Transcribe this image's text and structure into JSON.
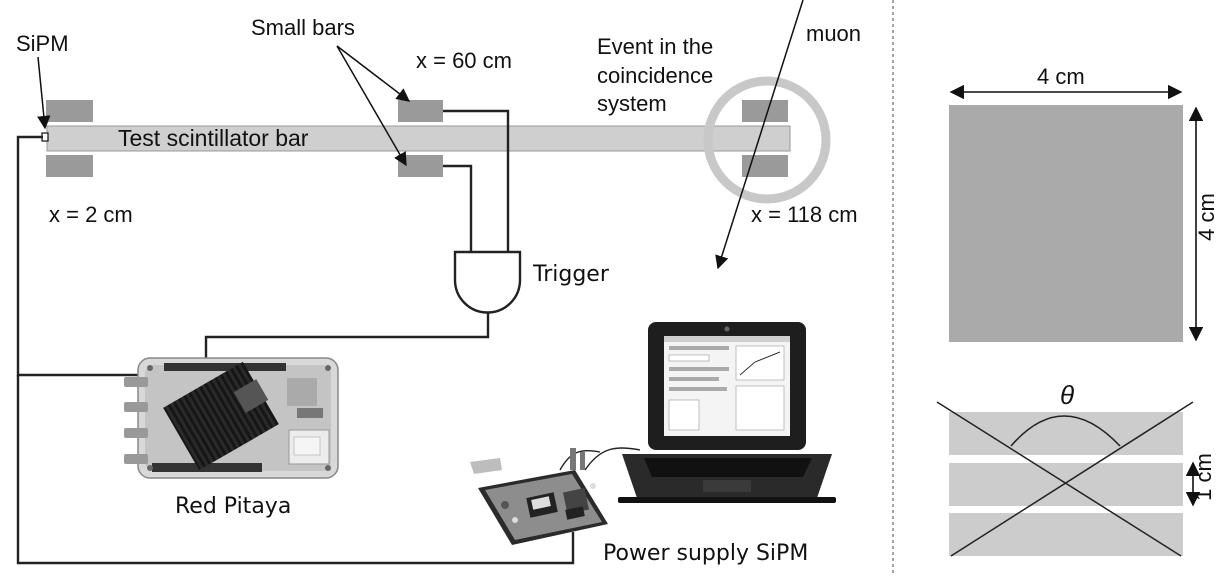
{
  "labels": {
    "sipm": "SiPM",
    "small_bars": "Small bars",
    "x60": "x = 60 cm",
    "event_line1": "Event in the",
    "event_line2": "coincidence",
    "event_line3": "system",
    "muon": "muon",
    "test_bar": "Test scintillator bar",
    "x2": "x = 2 cm",
    "x118": "x = 118 cm",
    "trigger": "Trigger",
    "red_pitaya": "Red Pitaya",
    "power_supply": "Power supply SiPM",
    "width_4cm": "4 cm",
    "height_4cm": "4 cm",
    "theta": "θ",
    "thickness_1cm": "1 cm"
  },
  "colors": {
    "bar_fill": "#cfcfcf",
    "small_bar_fill": "#9a9a9a",
    "cross_section_fill": "#aaaaaa",
    "layer_fill": "#cccccc",
    "event_ring": "#c8c8c8",
    "wire": "#222222"
  },
  "icons": {
    "trigger_gate": "and-gate-icon",
    "red_pitaya_board": "circuit-board-icon",
    "laptop": "laptop-icon",
    "power_board": "circuit-board-icon"
  }
}
